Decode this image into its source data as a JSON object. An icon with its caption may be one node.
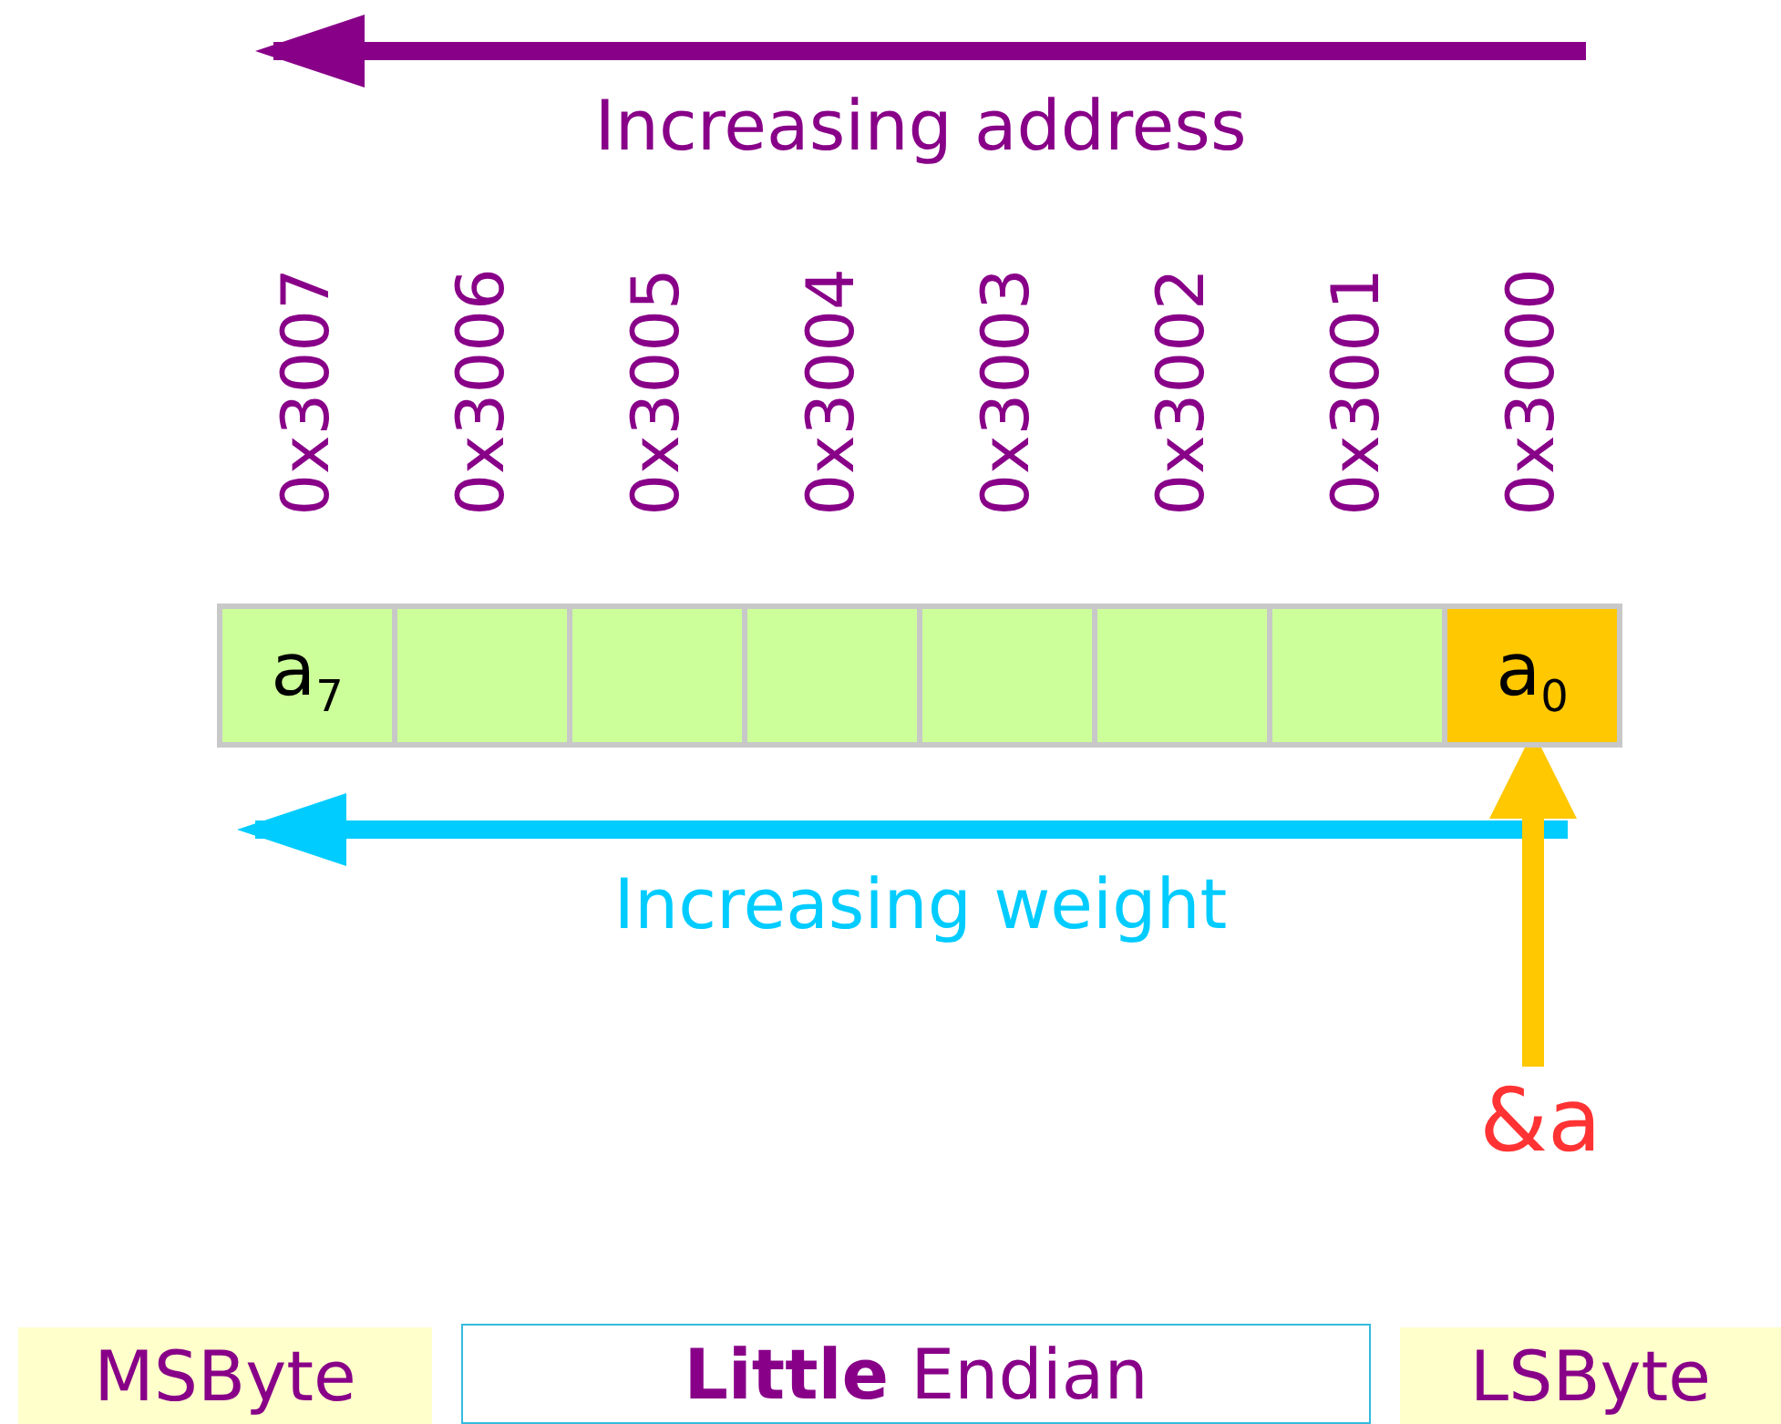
{
  "diagram": {
    "nodes": [
      {
        "text": [
          "a$_{7}$"
        ],
        "beside": [
          "0x3007"
        ]
      },
      {
        "text": [],
        "shape": "box",
        "beside": [
          "0x3006"
        ]
      },
      {
        "text": [],
        "shape": "box",
        "beside": [
          "0x3005"
        ]
      },
      {
        "text": [],
        "shape": "box",
        "beside": [
          "0x3004"
        ]
      },
      {
        "text": [],
        "shape": "box",
        "beside": [
          "0x3003"
        ]
      },
      {
        "text": [],
        "shape": "box",
        "beside": [
          "0x3002"
        ]
      },
      {
        "text": [],
        "shape": "box",
        "beside": [
          "0x3001"
        ]
      },
      {
        "text": [
          "a$_{0}$"
        ],
        "beside": [
          "0x3000"
        ]
      },
      {
        "text": [
          "&a"
        ]
      },
      {
        "text": [
          "MSByte"
        ]
      },
      {
        "text": [
          "**Little** Endian"
        ]
      },
      {
        "text": [
          "LSByte"
        ]
      }
    ],
    "edges": [
      {
        "from": 8,
        "to": 7,
        "arrow": "to",
        "color": "#ffc800"
      }
    ],
    "labels": [
      "Increasing address",
      "Increasing weight"
    ]
  }
}
